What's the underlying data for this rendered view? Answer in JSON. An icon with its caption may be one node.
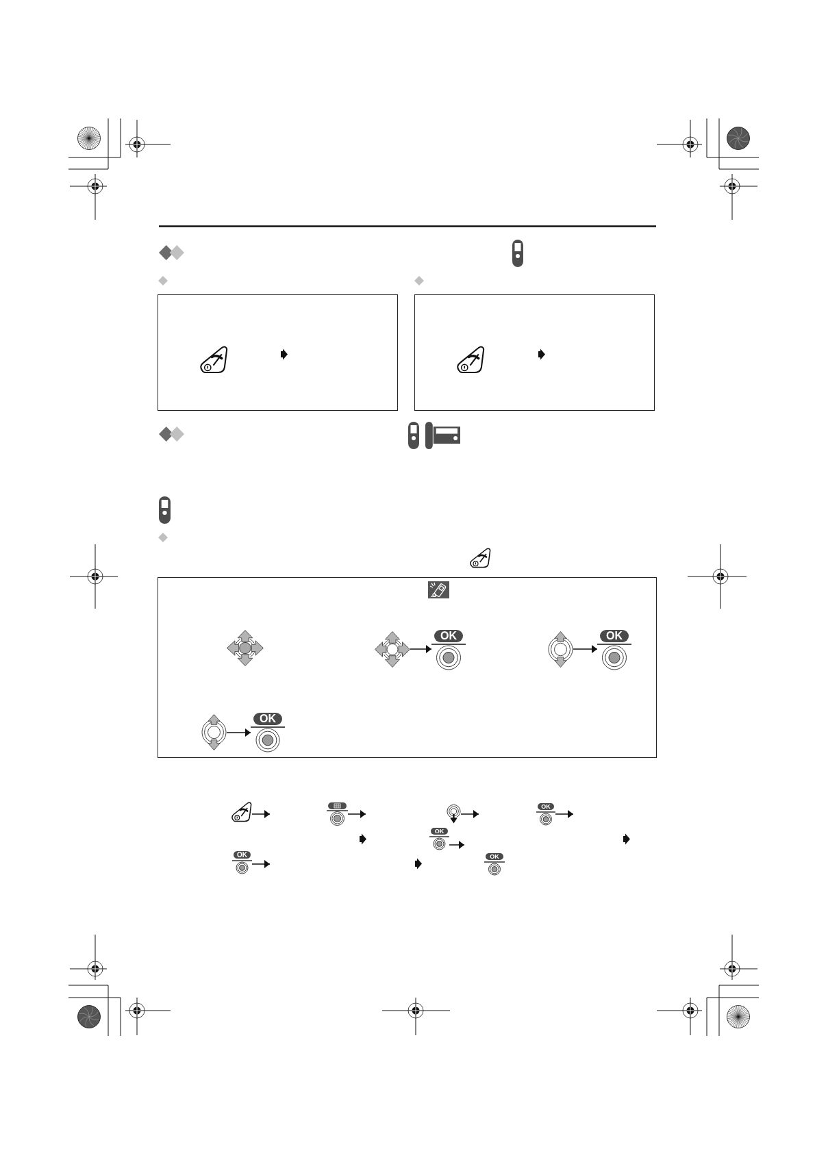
{
  "diagram": {
    "nodes": [
      {
        "text": [],
        "shape": "box"
      },
      {
        "text": [],
        "shape": "box"
      },
      {
        "text": [],
        "shape": "box"
      },
      {
        "text": [],
        "shape": "picture",
        "in": 2
      },
      {
        "text": [
          "OK"
        ],
        "in": 2
      },
      {
        "text": [],
        "shape": "picture",
        "in": 2
      },
      {
        "text": [
          "OK"
        ],
        "in": 2
      },
      {
        "text": [],
        "shape": "picture",
        "in": 2
      },
      {
        "text": [
          "OK"
        ],
        "in": 2
      },
      {
        "text": [],
        "shape": "picture"
      },
      {
        "text": [],
        "shape": "picture"
      },
      {
        "text": [],
        "shape": "picture"
      },
      {
        "text": [
          "OK"
        ]
      },
      {
        "text": [
          "OK"
        ]
      },
      {
        "text": [
          "OK"
        ]
      },
      {
        "text": [
          "OK"
        ]
      }
    ],
    "edges": [
      {
        "from": 3,
        "to": 4,
        "arrow": "to"
      },
      {
        "from": 5,
        "to": 6,
        "arrow": "to"
      },
      {
        "from": 7,
        "to": 8,
        "arrow": "to"
      },
      {
        "from": 9,
        "to": null,
        "arrow": "to"
      },
      {
        "from": 10,
        "to": null,
        "arrow": "to"
      },
      {
        "from": 11,
        "to": null,
        "arrow": "to"
      },
      {
        "from": 12,
        "to": null,
        "arrow": "to"
      },
      {
        "from": 13,
        "to": null,
        "arrow": "to"
      },
      {
        "from": 14,
        "to": null,
        "arrow": "to"
      }
    ]
  }
}
